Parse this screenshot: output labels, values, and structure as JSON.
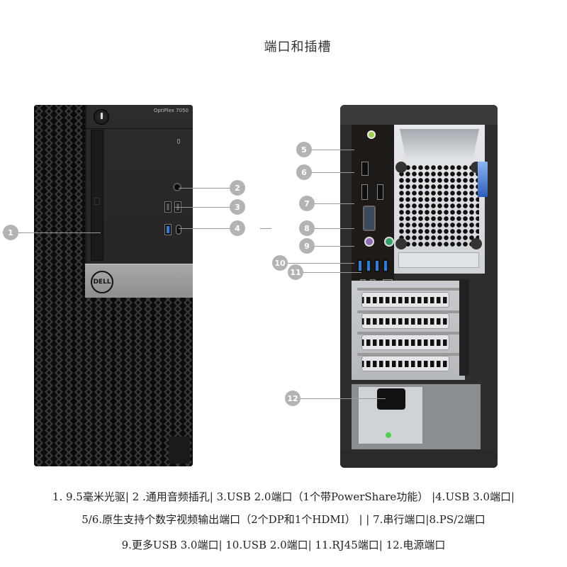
{
  "title": "端口和插槽",
  "front": {
    "model_label": "OptiPlex 7050",
    "logo_text": "DELL"
  },
  "callouts": [
    {
      "num": "1",
      "target": "9.5毫米光驱"
    },
    {
      "num": "2",
      "target": "通用音频插孔"
    },
    {
      "num": "3",
      "target": "USB 2.0端口"
    },
    {
      "num": "4",
      "target": "USB 3.0端口"
    },
    {
      "num": "5",
      "target": "HDMI"
    },
    {
      "num": "6",
      "target": "DP"
    },
    {
      "num": "7",
      "target": "串行端口"
    },
    {
      "num": "8",
      "target": "PS/2端口"
    },
    {
      "num": "9",
      "target": "USB 3.0端口"
    },
    {
      "num": "10",
      "target": "USB 2.0端口"
    },
    {
      "num": "11",
      "target": "RJ45端口"
    },
    {
      "num": "12",
      "target": "电源端口"
    }
  ],
  "caption": {
    "line1": "1. 9.5毫米光驱| 2 .通用音频插孔| 3.USB 2.0端口（1个带PowerShare功能） |4.USB 3.0端口|",
    "line2": "5/6.原生支持个数字视频输出端口（2个DP和1个HDMI） | | 7.串行端口|8.PS/2端口",
    "line3": "9.更多USB 3.0端口| 10.USB 2.0端口| 11.RJ45端口| 12.电源端口"
  },
  "colors": {
    "callout_bg": "#b3b3b3",
    "usb3_blue": "#2f7fd9",
    "ps2_purple": "#8e6bb5",
    "ps2_green": "#2fa06a",
    "audio_green": "#9fd14a",
    "latch_blue": "#2b5fbf"
  }
}
